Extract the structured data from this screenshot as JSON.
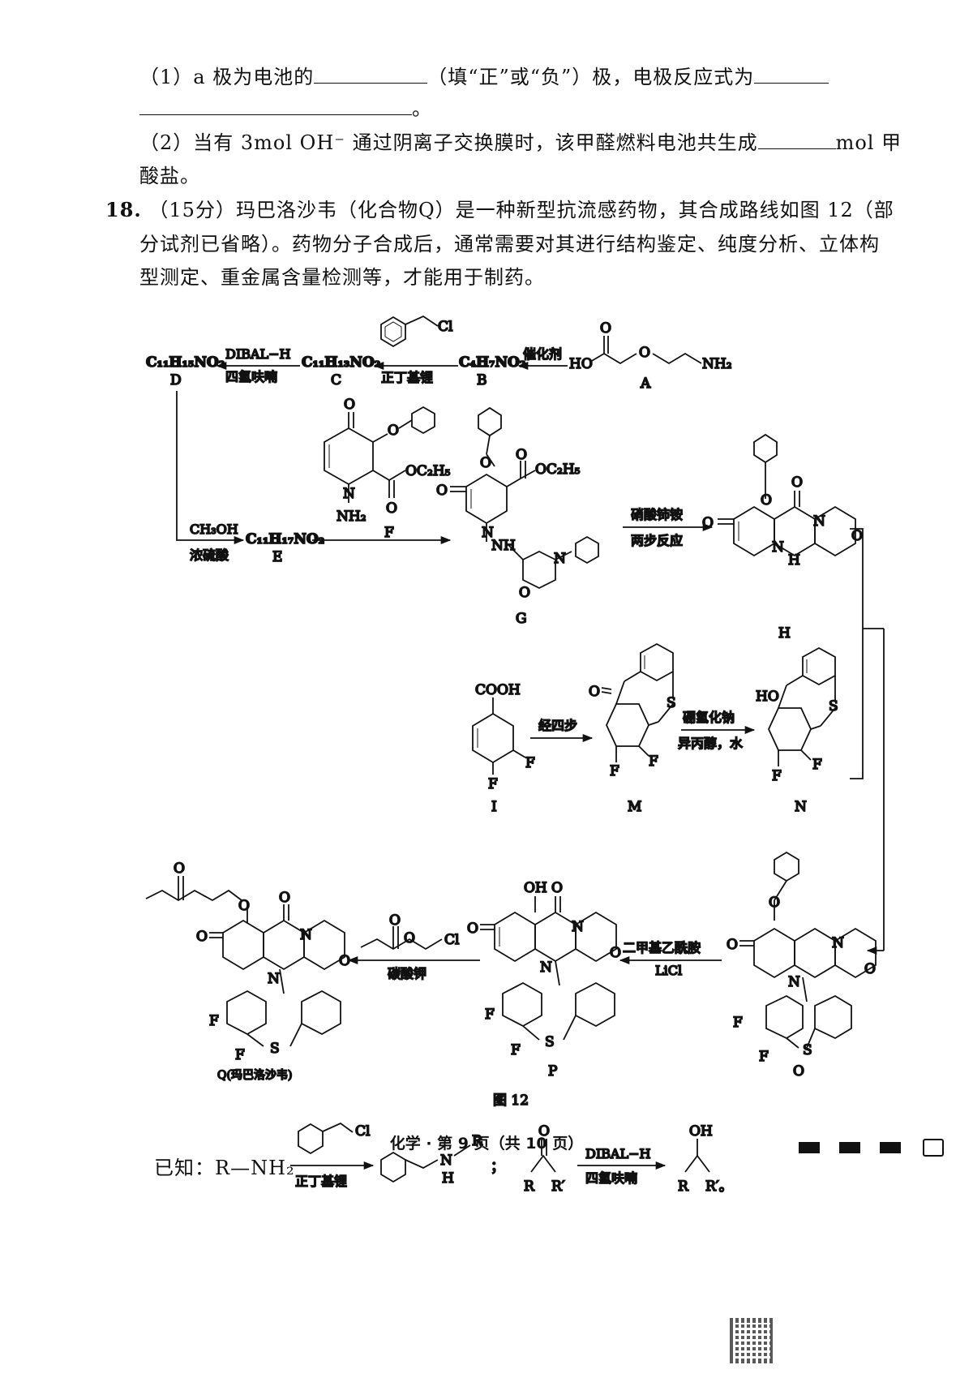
{
  "q17": {
    "p1_a": "（1）a 极为电池的",
    "p1_b": "（填“正”或“负”）极，电极反应式为",
    "p1_end": "。",
    "p2_a": "（2）当有 3mol OH⁻ 通过阴离子交换膜时，该甲醛燃料电池共生成",
    "p2_b": "mol 甲",
    "p2_c": "酸盐。"
  },
  "q18": {
    "number": "18.",
    "line1": "（15分）玛巴洛沙韦（化合物Q）是一种新型抗流感药物，其合成路线如图 12（部",
    "line2": "分试剂已省略）。药物分子合成后，通常需要对其进行结构鉴定、纯度分析、立体构",
    "line3": "型测定、重金属含量检测等，才能用于制药。"
  },
  "scheme": {
    "D_formula": "C₁₁H₁₅NO₂",
    "C_formula": "C₁₁H₁₃NO₂",
    "B_formula": "C₄H₇NO₂",
    "E_formula": "C₁₁H₁₇NO₂",
    "reagent_dibal": "DIBAL−H",
    "reagent_thf": "四氢呋喃",
    "reagent_buli": "正丁基锂",
    "reagent_catalyst": "催化剂",
    "reagent_meoh": "CH₃OH",
    "reagent_h2so4": "浓硫酸",
    "reagent_can": "硝酸铈铵",
    "reagent_two_step": "两步反应",
    "reagent_four_steps": "经四步",
    "reagent_nabh4": "硼氢化钠",
    "reagent_ipa_water": "异丙醇，水",
    "reagent_dma": "二甲基乙酰胺",
    "reagent_licl": "LiCl",
    "reagent_k2co3": "碳酸钾",
    "label_A": "A",
    "label_B": "B",
    "label_C": "C",
    "label_D": "D",
    "label_E": "E",
    "label_F": "F",
    "label_G": "G",
    "label_H": "H",
    "label_I": "I",
    "label_M": "M",
    "label_N": "N",
    "label_O": "O",
    "label_P": "P",
    "label_Q": "Q(玛巴洛沙韦)",
    "A_text_HO": "HO",
    "A_text_O": "O",
    "A_text_NH2": "NH₂",
    "cl": "Cl",
    "F_oc2h5": "OC₂H₅",
    "F_nh2": "NH₂",
    "G_oc2h5": "OC₂H₅",
    "nh": "NH",
    "n": "N",
    "h": "H",
    "o": "O",
    "s": "S",
    "f": "F",
    "oh": "OH",
    "ho": "HO",
    "cooh": "COOH",
    "figure_caption": "图 12"
  },
  "known": {
    "prefix": "已知：",
    "rnh2": "R—NH₂",
    "reagent_buli": "正丁基锂",
    "product_r": "R",
    "product_n": "N",
    "product_h": "H",
    "semicolon": "；",
    "reagent_dibal": "DIBAL−H",
    "reagent_thf": "四氢呋喃",
    "r_left": "R",
    "r_right": "R′",
    "r_right_end": "R′。",
    "o": "O",
    "oh": "OH",
    "cl": "Cl"
  },
  "footer": {
    "page": "化学 · 第 9 页（共 10 页）"
  }
}
